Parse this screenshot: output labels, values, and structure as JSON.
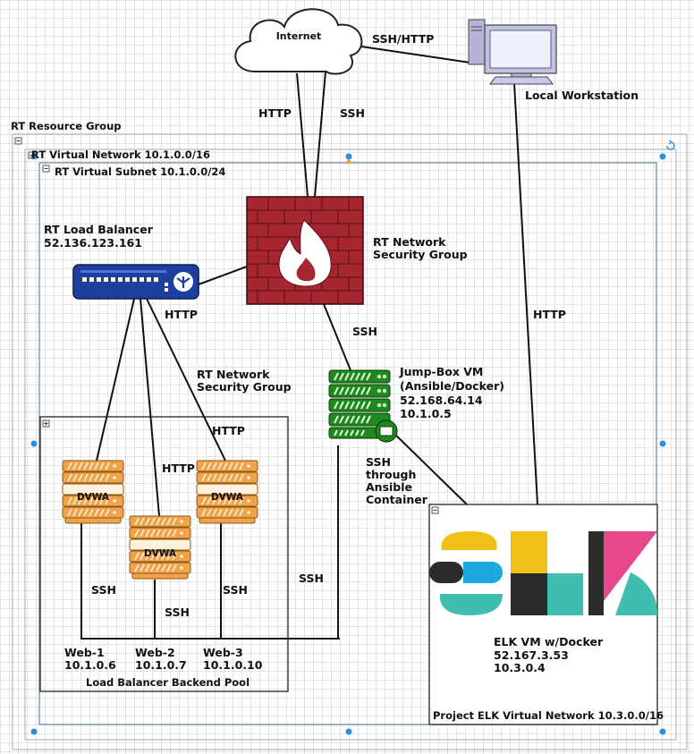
{
  "resource_group": {
    "label": "RT Resource Group"
  },
  "vnet": {
    "label": "RT Virtual Network 10.1.0.0/16"
  },
  "subnet": {
    "label": "RT Virtual Subnet 10.1.0.0/24"
  },
  "internet": {
    "label": "Internet"
  },
  "workstation": {
    "label": "Local Workstation"
  },
  "conn": {
    "ssh_http": "SSH/HTTP",
    "internet_http": "HTTP",
    "internet_ssh": "SSH",
    "ws_http": "HTTP",
    "lb_http": "HTTP",
    "nsg_jump_ssh": "SSH",
    "pool_http_1": "HTTP",
    "pool_http_2": "HTTP",
    "web1_ssh": "SSH",
    "web2_ssh": "SSH",
    "web3_ssh": "SSH",
    "jump_ssh": "SSH",
    "ansible_ssh": [
      "SSH",
      "through",
      "Ansible",
      "Container"
    ]
  },
  "load_balancer": {
    "name": "RT Load Balancer",
    "ip": "52.136.123.161"
  },
  "nsg_top": {
    "line1": "RT Network",
    "line2": "Security Group"
  },
  "nsg_mid": {
    "line1": "RT Network",
    "line2": "Security Group"
  },
  "jumpbox": {
    "name": "Jump-Box VM",
    "sub": "(Ansible/Docker)",
    "public_ip": "52.168.64.14",
    "private_ip": "10.1.0.5"
  },
  "backend_pool": {
    "label": "Load Balancer Backend Pool",
    "servers": [
      {
        "app": "DVWA",
        "name": "Web-1",
        "ip": "10.1.0.6"
      },
      {
        "app": "DVWA",
        "name": "Web-2",
        "ip": "10.1.0.7"
      },
      {
        "app": "DVWA",
        "name": "Web-3",
        "ip": "10.1.0.10"
      }
    ]
  },
  "elk": {
    "logo": "ELK",
    "name": "ELK VM w/Docker",
    "public_ip": "52.167.3.53",
    "private_ip": "10.3.0.4",
    "network": "Project ELK Virtual Network 10.3.0.0/16"
  },
  "colors": {
    "firewall": "#a52530",
    "lb": "#1c3fa0",
    "jump": "#1e8a1e",
    "dvwa": "#f2a34a",
    "elk_yellow": "#f0c019",
    "elk_blue": "#1ba9e0",
    "elk_teal": "#3fbeb0",
    "elk_pink": "#e8478b",
    "elk_dark": "#2b2b2b"
  }
}
